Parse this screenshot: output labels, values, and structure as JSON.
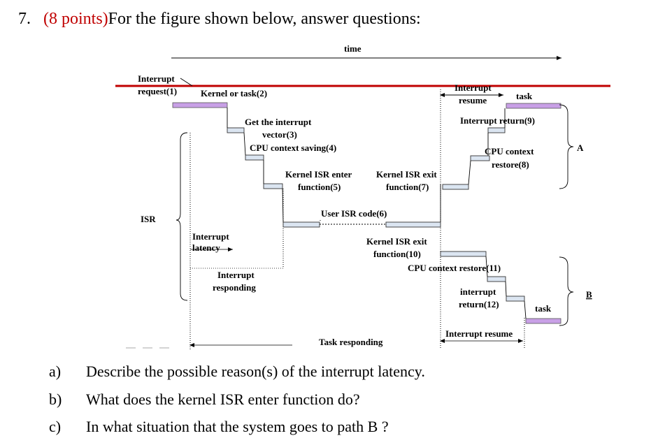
{
  "question": {
    "number": "7.",
    "points": "(8 points)",
    "prompt": "For the figure shown below, answer questions:"
  },
  "figure": {
    "time": "time",
    "interrupt_request_1": "Interrupt",
    "interrupt_request_2": "request(1)",
    "kernel_or_task": "Kernel or task(2)",
    "interrupt_resume_1": "Interrupt",
    "interrupt_resume_2": "resume",
    "task_top": "task",
    "get_interrupt_1": "Get the interrupt",
    "get_interrupt_2": "vector(3)",
    "cpu_context_saving": "CPU context saving(4)",
    "interrupt_return_9": "Interrupt return(9)",
    "cpu_context_restore_1": "CPU context",
    "cpu_context_restore_2": "restore(8)",
    "label_a": "A",
    "kernel_isr_enter_1": "Kernel ISR enter",
    "kernel_isr_enter_2": "function(5)",
    "kernel_isr_exit7_1": "Kernel ISR exit",
    "kernel_isr_exit7_2": "function(7)",
    "user_isr_code": "User ISR code(6)",
    "isr": "ISR",
    "interrupt_latency_1": "Interrupt",
    "interrupt_latency_2": "latency",
    "kernel_isr_exit10_1": "Kernel ISR exit",
    "kernel_isr_exit10_2": "function(10)",
    "cpu_context_restore_11": "CPU context restore(11)",
    "interrupt_responding_1": "Interrupt",
    "interrupt_responding_2": "responding",
    "interrupt_return12_1": "interrupt",
    "interrupt_return12_2": "return(12)",
    "task_bottom": "task",
    "label_b": "B",
    "interrupt_resume_bottom": "Interrupt resume",
    "task_responding": "Task responding"
  },
  "subquestions": [
    {
      "label": "a)",
      "text": "Describe the possible reason(s) of the interrupt latency."
    },
    {
      "label": "b)",
      "text": "What does the kernel ISR enter function do?"
    },
    {
      "label": "c)",
      "text": "In what situation that the system goes to path B ?"
    }
  ],
  "colors": {
    "request_line": "#c00000",
    "task_bar": "#c8a0e6",
    "isr_box": "#dbe5f1",
    "points_text": "#c00000"
  }
}
